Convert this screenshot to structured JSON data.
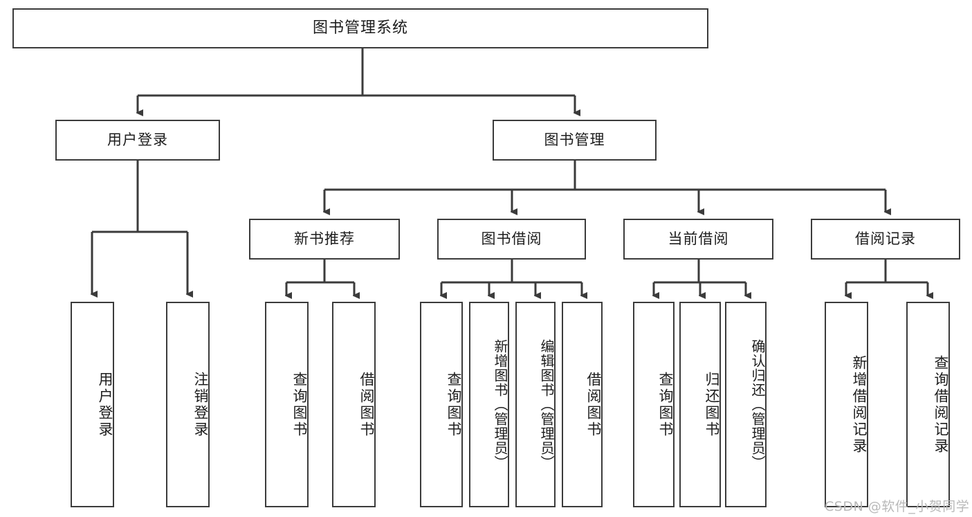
{
  "diagram": {
    "title": "图书管理系统",
    "watermark": "CSDN @软件_小贺同学",
    "stroke_color": "#3b3b3b",
    "fill_color": "#ffffff",
    "text_color": "#1d1d1d",
    "watermark_color": "#b9b9b9"
  },
  "nodes": {
    "root": {
      "label": "图书管理系统",
      "level": 0
    },
    "l1": [
      {
        "label": "用户登录",
        "level": 1
      },
      {
        "label": "图书管理",
        "level": 1
      }
    ],
    "l2": [
      {
        "label": "新书推荐",
        "level": 2
      },
      {
        "label": "图书借阅",
        "level": 2
      },
      {
        "label": "当前借阅",
        "level": 2
      },
      {
        "label": "借阅记录",
        "level": 2
      }
    ],
    "leaves": [
      {
        "label": "用户登录",
        "parent": "用户登录"
      },
      {
        "label": "注销登录",
        "parent": "用户登录"
      },
      {
        "label": "查询图书",
        "parent": "新书推荐"
      },
      {
        "label": "借阅图书",
        "parent": "新书推荐"
      },
      {
        "label": "查询图书",
        "parent": "图书借阅"
      },
      {
        "label": "新增图书（管理员）",
        "parent": "图书借阅"
      },
      {
        "label": "编辑图书（管理员）",
        "parent": "图书借阅"
      },
      {
        "label": "借阅图书",
        "parent": "图书借阅"
      },
      {
        "label": "查询图书",
        "parent": "当前借阅"
      },
      {
        "label": "归还图书",
        "parent": "当前借阅"
      },
      {
        "label": "确认归还（管理员）",
        "parent": "当前借阅"
      },
      {
        "label": "新增借阅记录",
        "parent": "借阅记录"
      },
      {
        "label": "查询借阅记录",
        "parent": "借阅记录"
      }
    ]
  },
  "chart_data": {
    "type": "diagram",
    "subtype": "tree",
    "orientation": "top-down",
    "title": "图书管理系统",
    "tree": {
      "name": "图书管理系统",
      "children": [
        {
          "name": "用户登录",
          "children": [
            {
              "name": "用户登录"
            },
            {
              "name": "注销登录"
            }
          ]
        },
        {
          "name": "图书管理",
          "children": [
            {
              "name": "新书推荐",
              "children": [
                {
                  "name": "查询图书"
                },
                {
                  "name": "借阅图书"
                }
              ]
            },
            {
              "name": "图书借阅",
              "children": [
                {
                  "name": "查询图书"
                },
                {
                  "name": "新增图书（管理员）"
                },
                {
                  "name": "编辑图书（管理员）"
                },
                {
                  "name": "借阅图书"
                }
              ]
            },
            {
              "name": "当前借阅",
              "children": [
                {
                  "name": "查询图书"
                },
                {
                  "name": "归还图书"
                },
                {
                  "name": "确认归还（管理员）"
                }
              ]
            },
            {
              "name": "借阅记录",
              "children": [
                {
                  "name": "新增借阅记录"
                },
                {
                  "name": "查询借阅记录"
                }
              ]
            }
          ]
        }
      ]
    }
  }
}
